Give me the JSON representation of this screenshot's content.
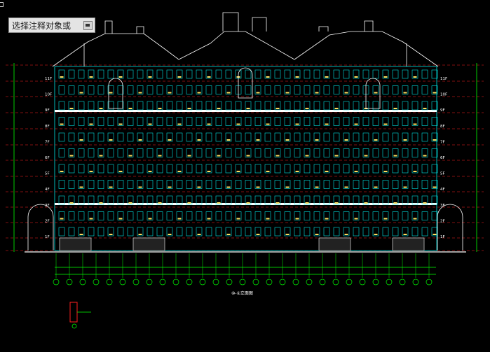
{
  "tooltip": {
    "text": "选择注释对象或"
  },
  "drawing": {
    "elevation_title": "⑩-①立面图",
    "floor_labels": [
      "11F",
      "10F",
      "9F",
      "8F",
      "7F",
      "6F",
      "5F",
      "4F",
      "3F",
      "2F",
      "1F"
    ],
    "colors": {
      "background": "#000000",
      "facade": "#00e5e5",
      "dimension": "#00ff00",
      "window_fill": "#ffe060",
      "floor_band": "#ffffff",
      "roof": "#ffffff",
      "level_line": "#ff2020",
      "axis_bubble": "#00ff00"
    },
    "icons": [
      "close-icon"
    ]
  }
}
